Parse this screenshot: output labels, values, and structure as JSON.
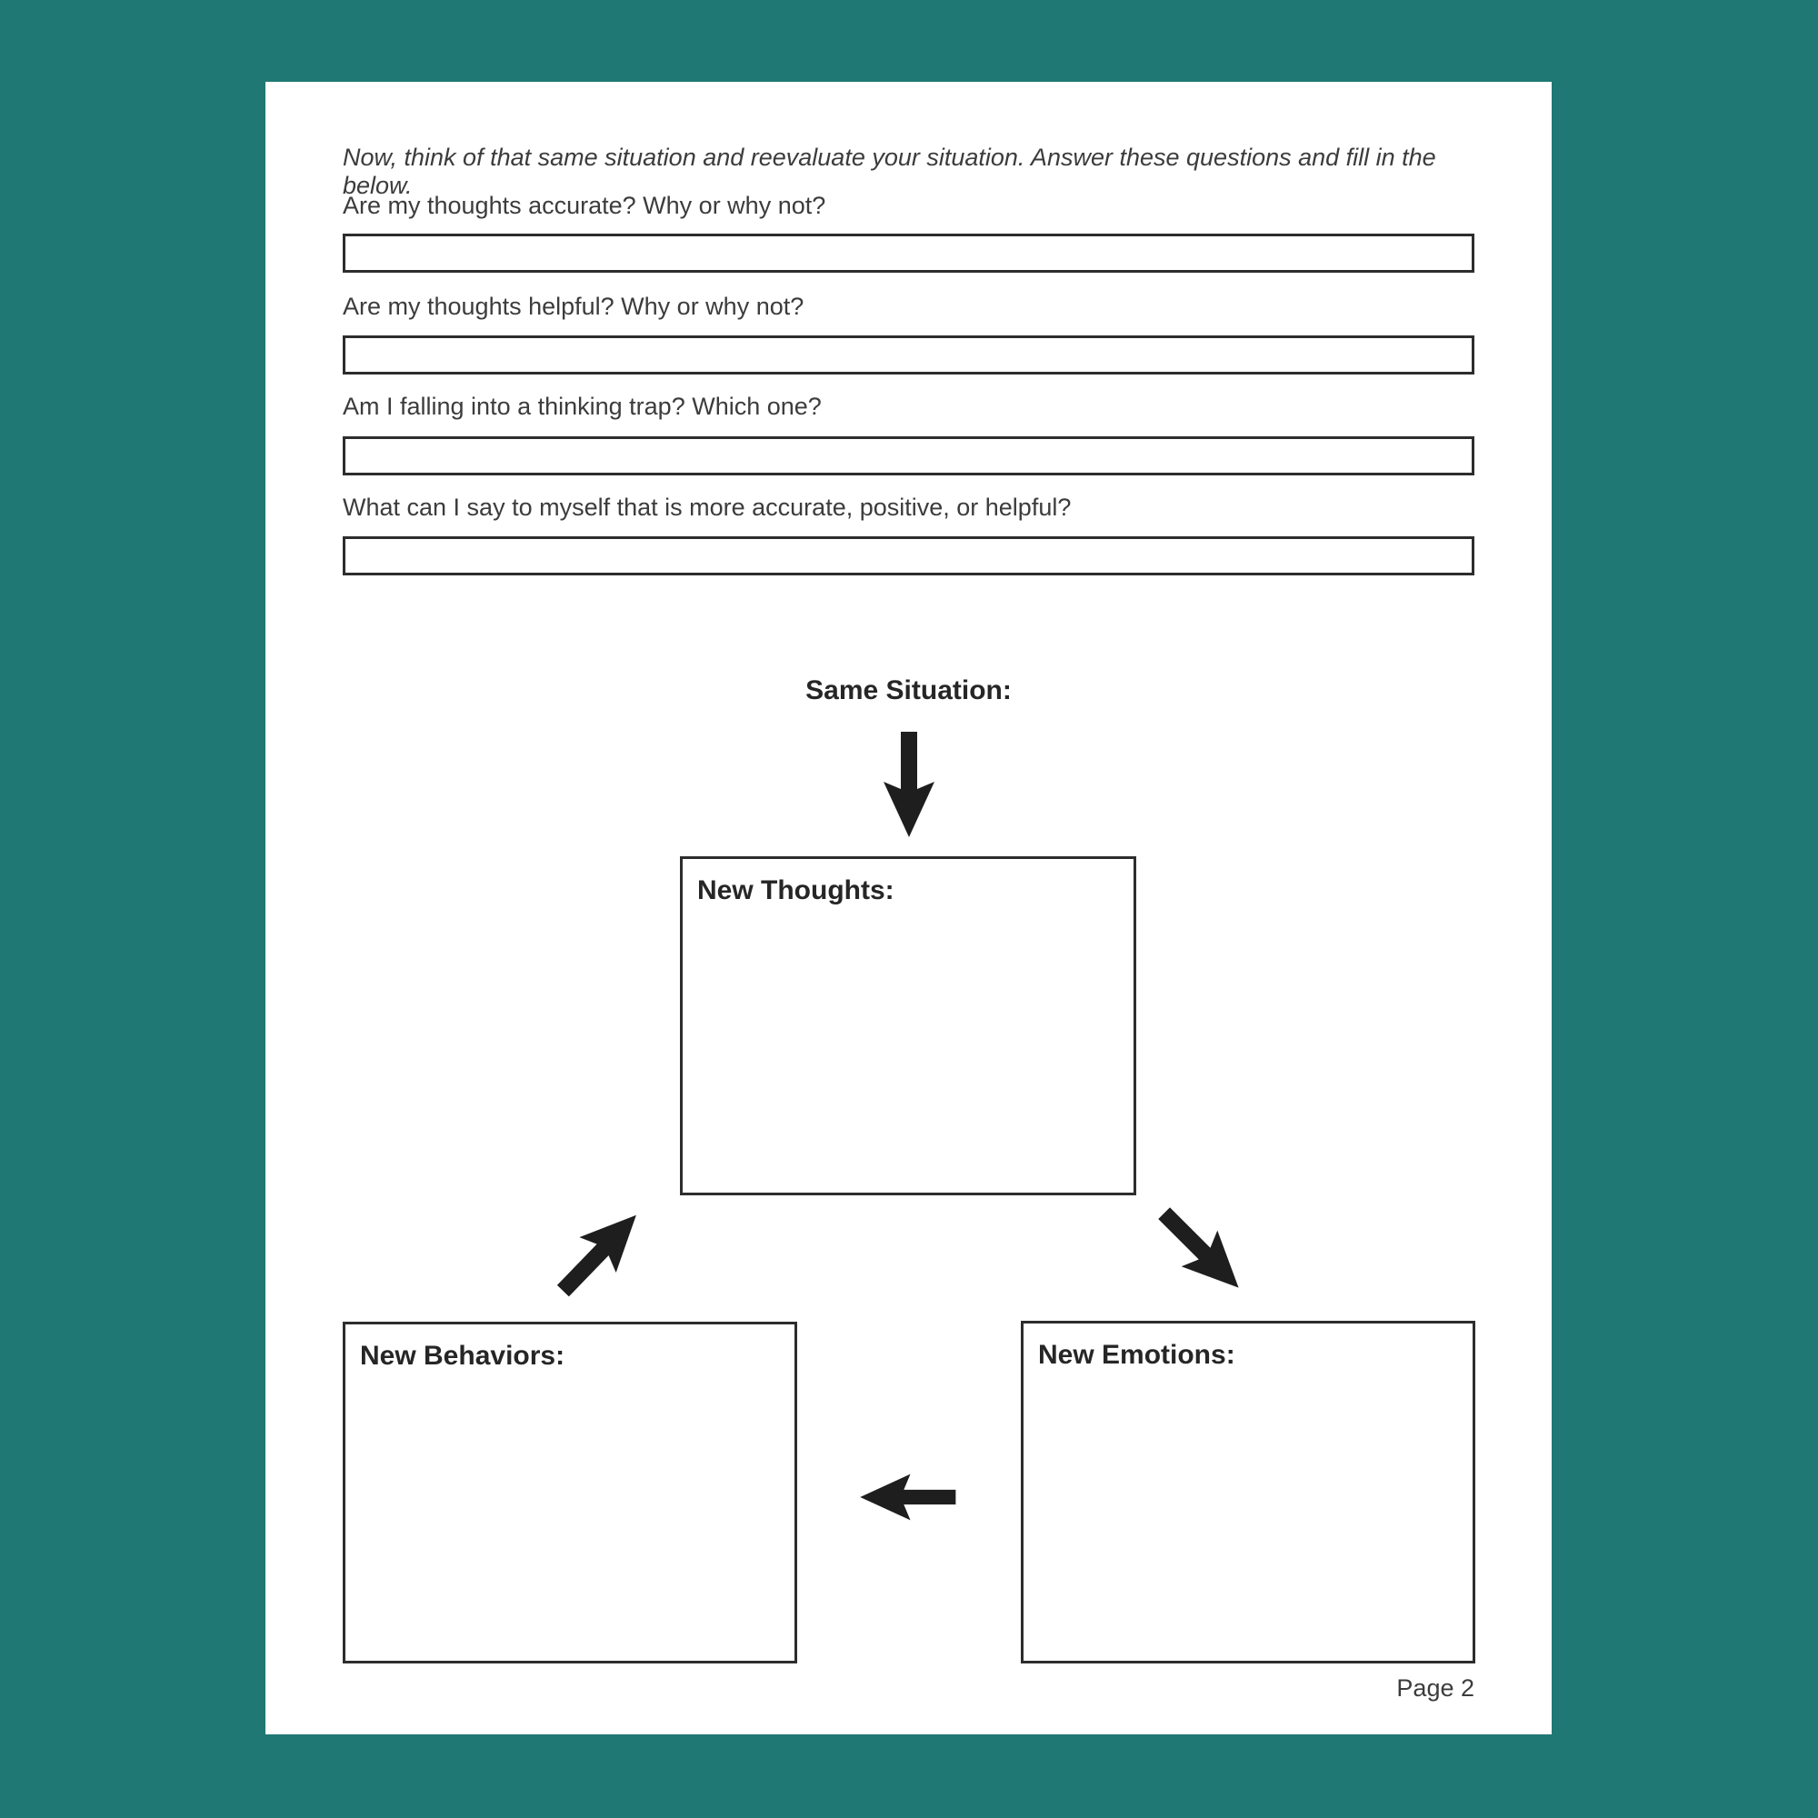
{
  "page": {
    "background_color": "#1F7873",
    "sheet_color": "#FFFFFF",
    "ink_color": "#1E1E1E",
    "page_number": "Page 2"
  },
  "intro_text": "Now, think of that same situation and reevaluate your situation. Answer these questions and fill in the below.",
  "questions": [
    {
      "label": "Are my thoughts accurate? Why or why not?",
      "value": ""
    },
    {
      "label": "Are my thoughts helpful? Why or why not?",
      "value": ""
    },
    {
      "label": "Am I falling into a thinking trap? Which one?",
      "value": ""
    },
    {
      "label": "What can I say to myself that is more accurate, positive, or helpful?",
      "value": ""
    }
  ],
  "diagram": {
    "situation_label": "Same Situation:",
    "thoughts_label": "New Thoughts:",
    "behaviors_label": "New Behaviors:",
    "emotions_label": "New Emotions:",
    "thoughts_value": "",
    "behaviors_value": "",
    "emotions_value": "",
    "arrow_icons": [
      "arrow-down-icon",
      "arrow-down-right-icon",
      "arrow-left-icon",
      "arrow-up-right-icon"
    ]
  }
}
